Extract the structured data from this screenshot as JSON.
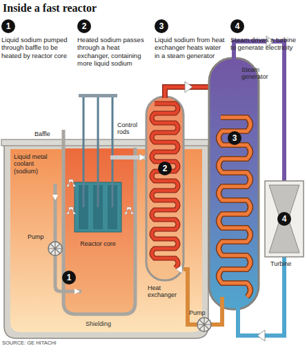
{
  "diagram": {
    "title": "Inside a fast reactor",
    "nodes": [
      {
        "text": [
          "Reactor core"
        ]
      }
    ],
    "labels": [
      "1",
      "Liquid sodium pumped through baffle to be heated by reactor core",
      "2",
      "Heated sodium passes through a heat exchanger, containing more liquid sodium",
      "3",
      "Liquid sodium from heat exchanger heats water in a steam generator",
      "4",
      "Steam drives a turbine to generate electricity",
      "Steam generator",
      "Baffle",
      "Control rods",
      "Liquid metal coolant (sodium)",
      "Pump",
      "1",
      "2",
      "3",
      "4",
      "Turbine",
      "Heat exchanger",
      "Pump",
      "Shielding",
      "SOURCE: GE HITACHI"
    ]
  }
}
